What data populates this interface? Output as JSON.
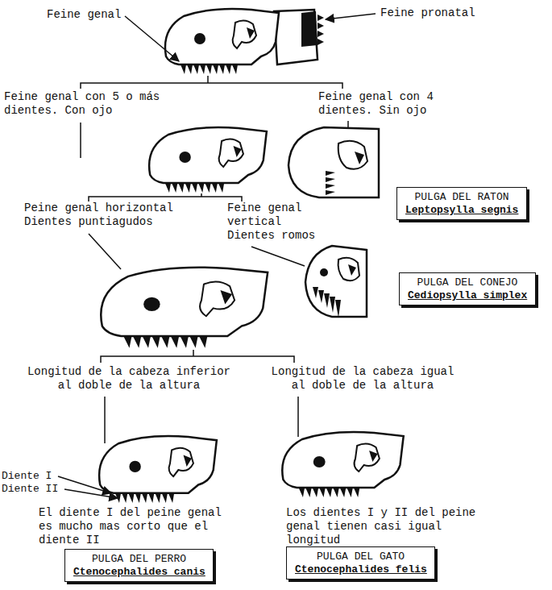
{
  "diagram": {
    "nodes": [
      {
        "text": [
          "PULGA DEL RATON",
          "Leptopsylla segnis"
        ]
      },
      {
        "text": [
          "PULGA DEL CONEJO",
          "Cediopsylla simplex"
        ]
      },
      {
        "text": [
          "PULGA DEL PERRO",
          "Ctenocephalides canis"
        ]
      },
      {
        "text": [
          "PULGA DEL GATO",
          "Ctenocephalides felis"
        ]
      }
    ],
    "labels": [
      "Feine genal",
      "Feine pronatal",
      "Feine genal con 5 o más dientes. Con ojo",
      "Feine genal con 4 dientes. Sin ojo",
      "Peine genal horizontal Dientes puntiagudos",
      "Feine genal vertical Dientes romos",
      "Longitud de la cabeza inferior al doble de la altura",
      "Longitud de la cabeza igual al doble de la altura",
      "Diente I",
      "Diente II",
      "El diente I del peine genal es mucho mas corto que el diente II",
      "Los dientes I y II del peine genal tienen casi igual longitud"
    ]
  }
}
